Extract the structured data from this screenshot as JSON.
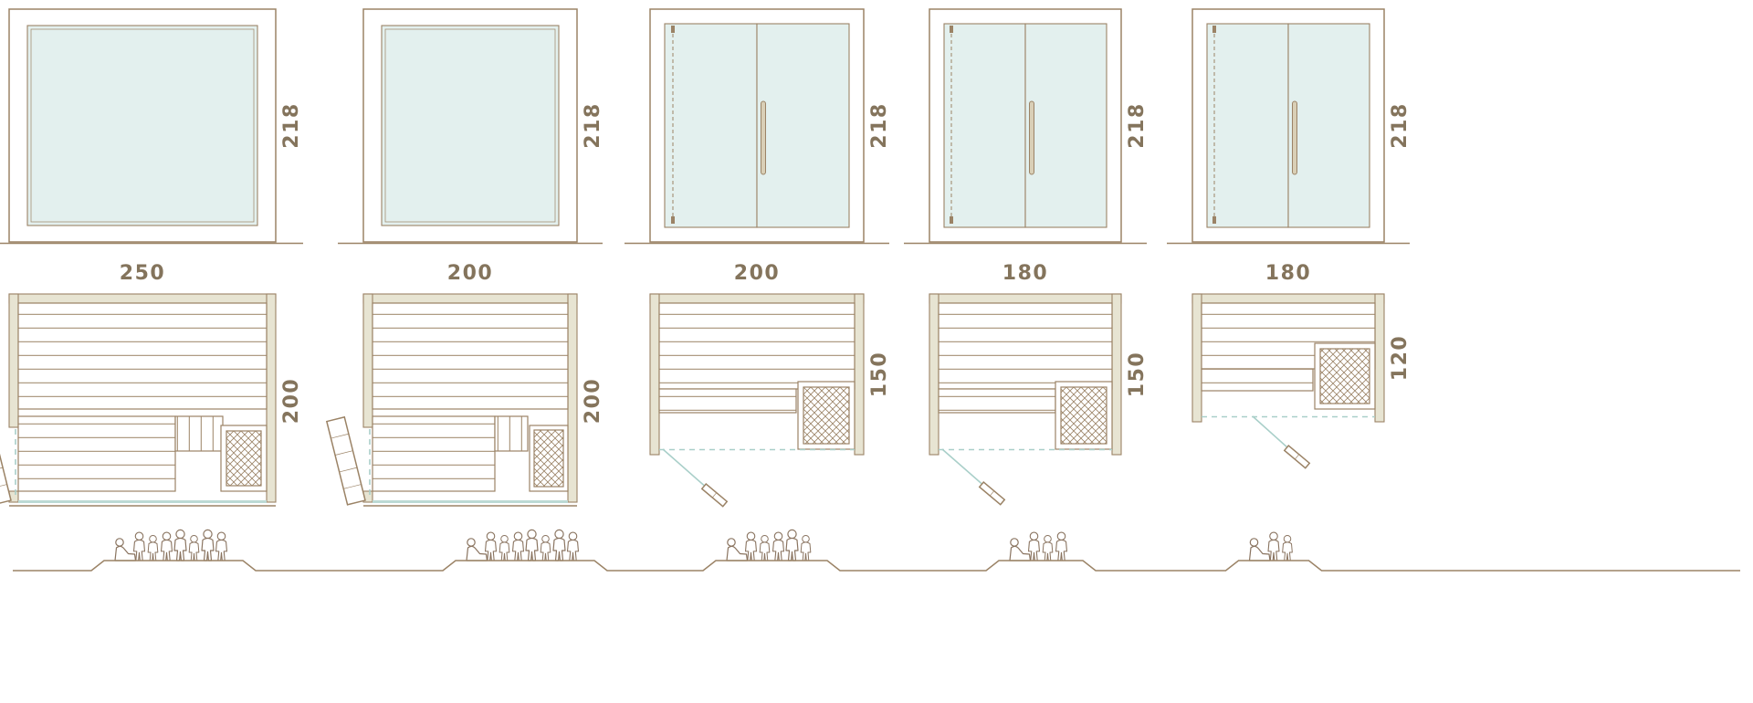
{
  "figure": {
    "description": "Five sauna model size diagrams, each with a front elevation, a floor plan and capacity figures on a ground line",
    "colors": {
      "line": "#9b8366",
      "text": "#84745c",
      "glass": "#e3f0ee",
      "wall_fill": "#e7e4d2",
      "door_swing": "#a9cfc9"
    },
    "icons": {
      "capacity_figure": "person-icon",
      "heater": "heater-crosshatch-icon",
      "door_swing": "door-swing-icon"
    },
    "models": [
      {
        "name": "model-250x200",
        "front_width": "250",
        "front_height": "218",
        "plan_depth": "200",
        "capacity": 8,
        "front_type": "fixed glass panel",
        "door": "side hinged door shown open in plan"
      },
      {
        "name": "model-200x200",
        "front_width": "200",
        "front_height": "218",
        "plan_depth": "200",
        "capacity": 8,
        "front_type": "fixed glass panel",
        "door": "side hinged door shown open in plan"
      },
      {
        "name": "model-200x150",
        "front_width": "200",
        "front_height": "218",
        "plan_depth": "150",
        "capacity": 6,
        "front_type": "double glass door",
        "door": "front door shown open in plan"
      },
      {
        "name": "model-180x150",
        "front_width": "180",
        "front_height": "218",
        "plan_depth": "150",
        "capacity": 4,
        "front_type": "double glass door",
        "door": "front door shown open in plan"
      },
      {
        "name": "model-180x120",
        "front_width": "180",
        "front_height": "218",
        "plan_depth": "120",
        "capacity": 3,
        "front_type": "double glass door",
        "door": "front door shown open in plan"
      }
    ]
  }
}
